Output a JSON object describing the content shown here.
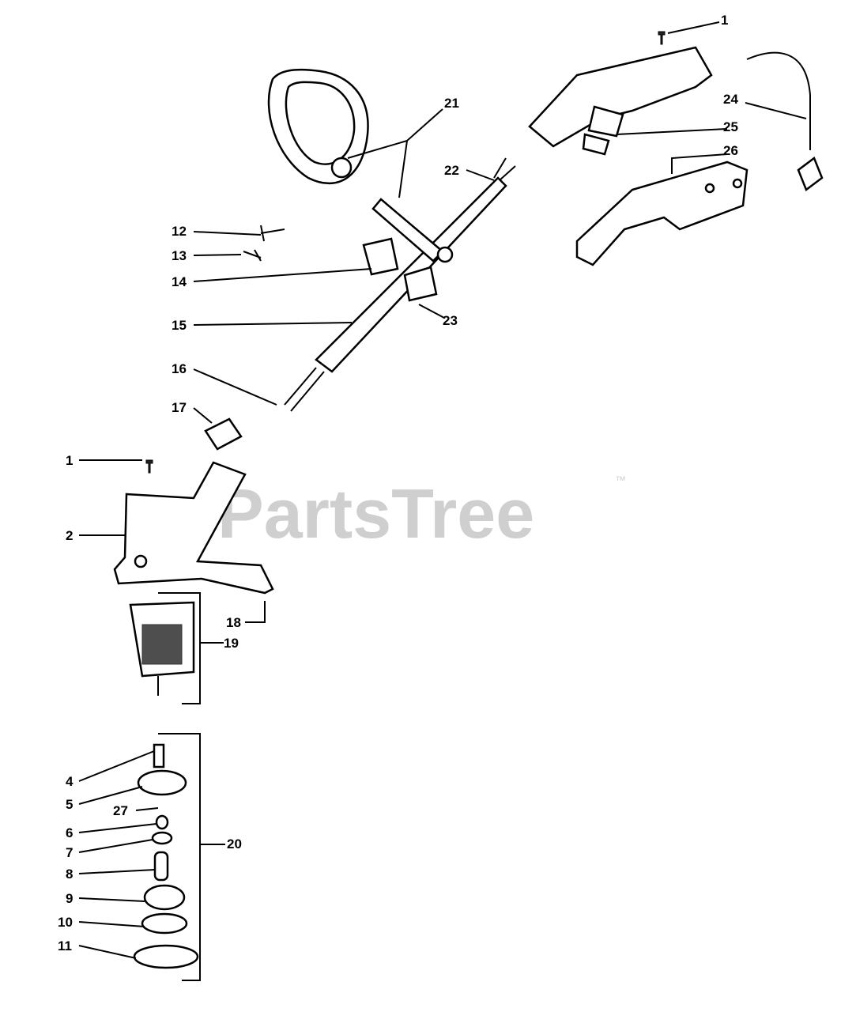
{
  "watermark": {
    "text": "PartsTree",
    "trademark": "™"
  },
  "callouts": {
    "c1_top": "1",
    "c21": "21",
    "c22": "22",
    "c24": "24",
    "c25": "25",
    "c26": "26",
    "c12": "12",
    "c13": "13",
    "c14": "14",
    "c15": "15",
    "c23": "23",
    "c16": "16",
    "c17": "17",
    "c1_bottom": "1",
    "c2": "2",
    "c18": "18",
    "c19": "19",
    "c4": "4",
    "c5": "5",
    "c27": "27",
    "c6": "6",
    "c20": "20",
    "c7": "7",
    "c8": "8",
    "c9": "9",
    "c10": "10",
    "c11": "11"
  }
}
